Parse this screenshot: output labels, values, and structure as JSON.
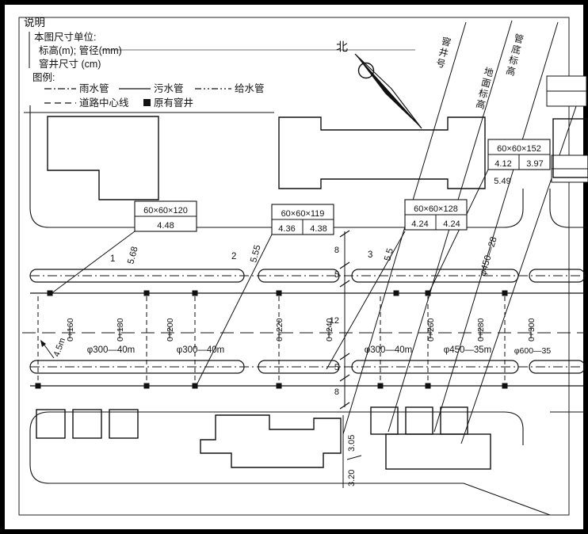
{
  "doc": {
    "notes": {
      "title": "说明",
      "unit_heading": "本图尺寸单位:",
      "unit_line1": "标高(m); 管径(mm)",
      "unit_line2": "窨井尺寸 (cm)",
      "legend_heading": "图例:",
      "legend": {
        "rain": "雨水管",
        "sewage": "污水管",
        "supply": "给水管",
        "centerline": "道路中心线",
        "existing_manhole": "原有窨井"
      }
    },
    "compass_label": "北",
    "headers": {
      "manhole_no": "窨井号",
      "ground_elevation": "地面标高",
      "invert_elevation": "管底标高"
    }
  },
  "callouts": [
    {
      "size": "60×60×120",
      "values": [
        "4.48"
      ]
    },
    {
      "size": "60×60×119",
      "values": [
        "4.36",
        "4.38"
      ]
    },
    {
      "size": "60×60×128",
      "values": [
        "4.24",
        "4.24"
      ]
    },
    {
      "size": "60×60×152",
      "values": [
        "4.12",
        "3.97"
      ],
      "extra": "5.49"
    }
  ],
  "stations": [
    "0+160",
    "0+180",
    "0+200",
    "0+220",
    "0+240",
    "0+260",
    "0+280",
    "0+300"
  ],
  "segments": {
    "top": [
      {
        "no": "1",
        "len": "5.68"
      },
      {
        "no": "2",
        "len": "5.55"
      },
      {
        "no": "3",
        "len": "5.5"
      }
    ],
    "top_right": "φ450—28",
    "bottom": [
      "φ300—40m",
      "φ300—40m",
      "φ300—40m",
      "φ450—35m",
      "φ600—35"
    ]
  },
  "dims": {
    "chain": [
      "8",
      "5",
      "12",
      "5",
      "8"
    ],
    "offset": "4.5m"
  },
  "elevations": [
    "3.20",
    "3.05"
  ]
}
